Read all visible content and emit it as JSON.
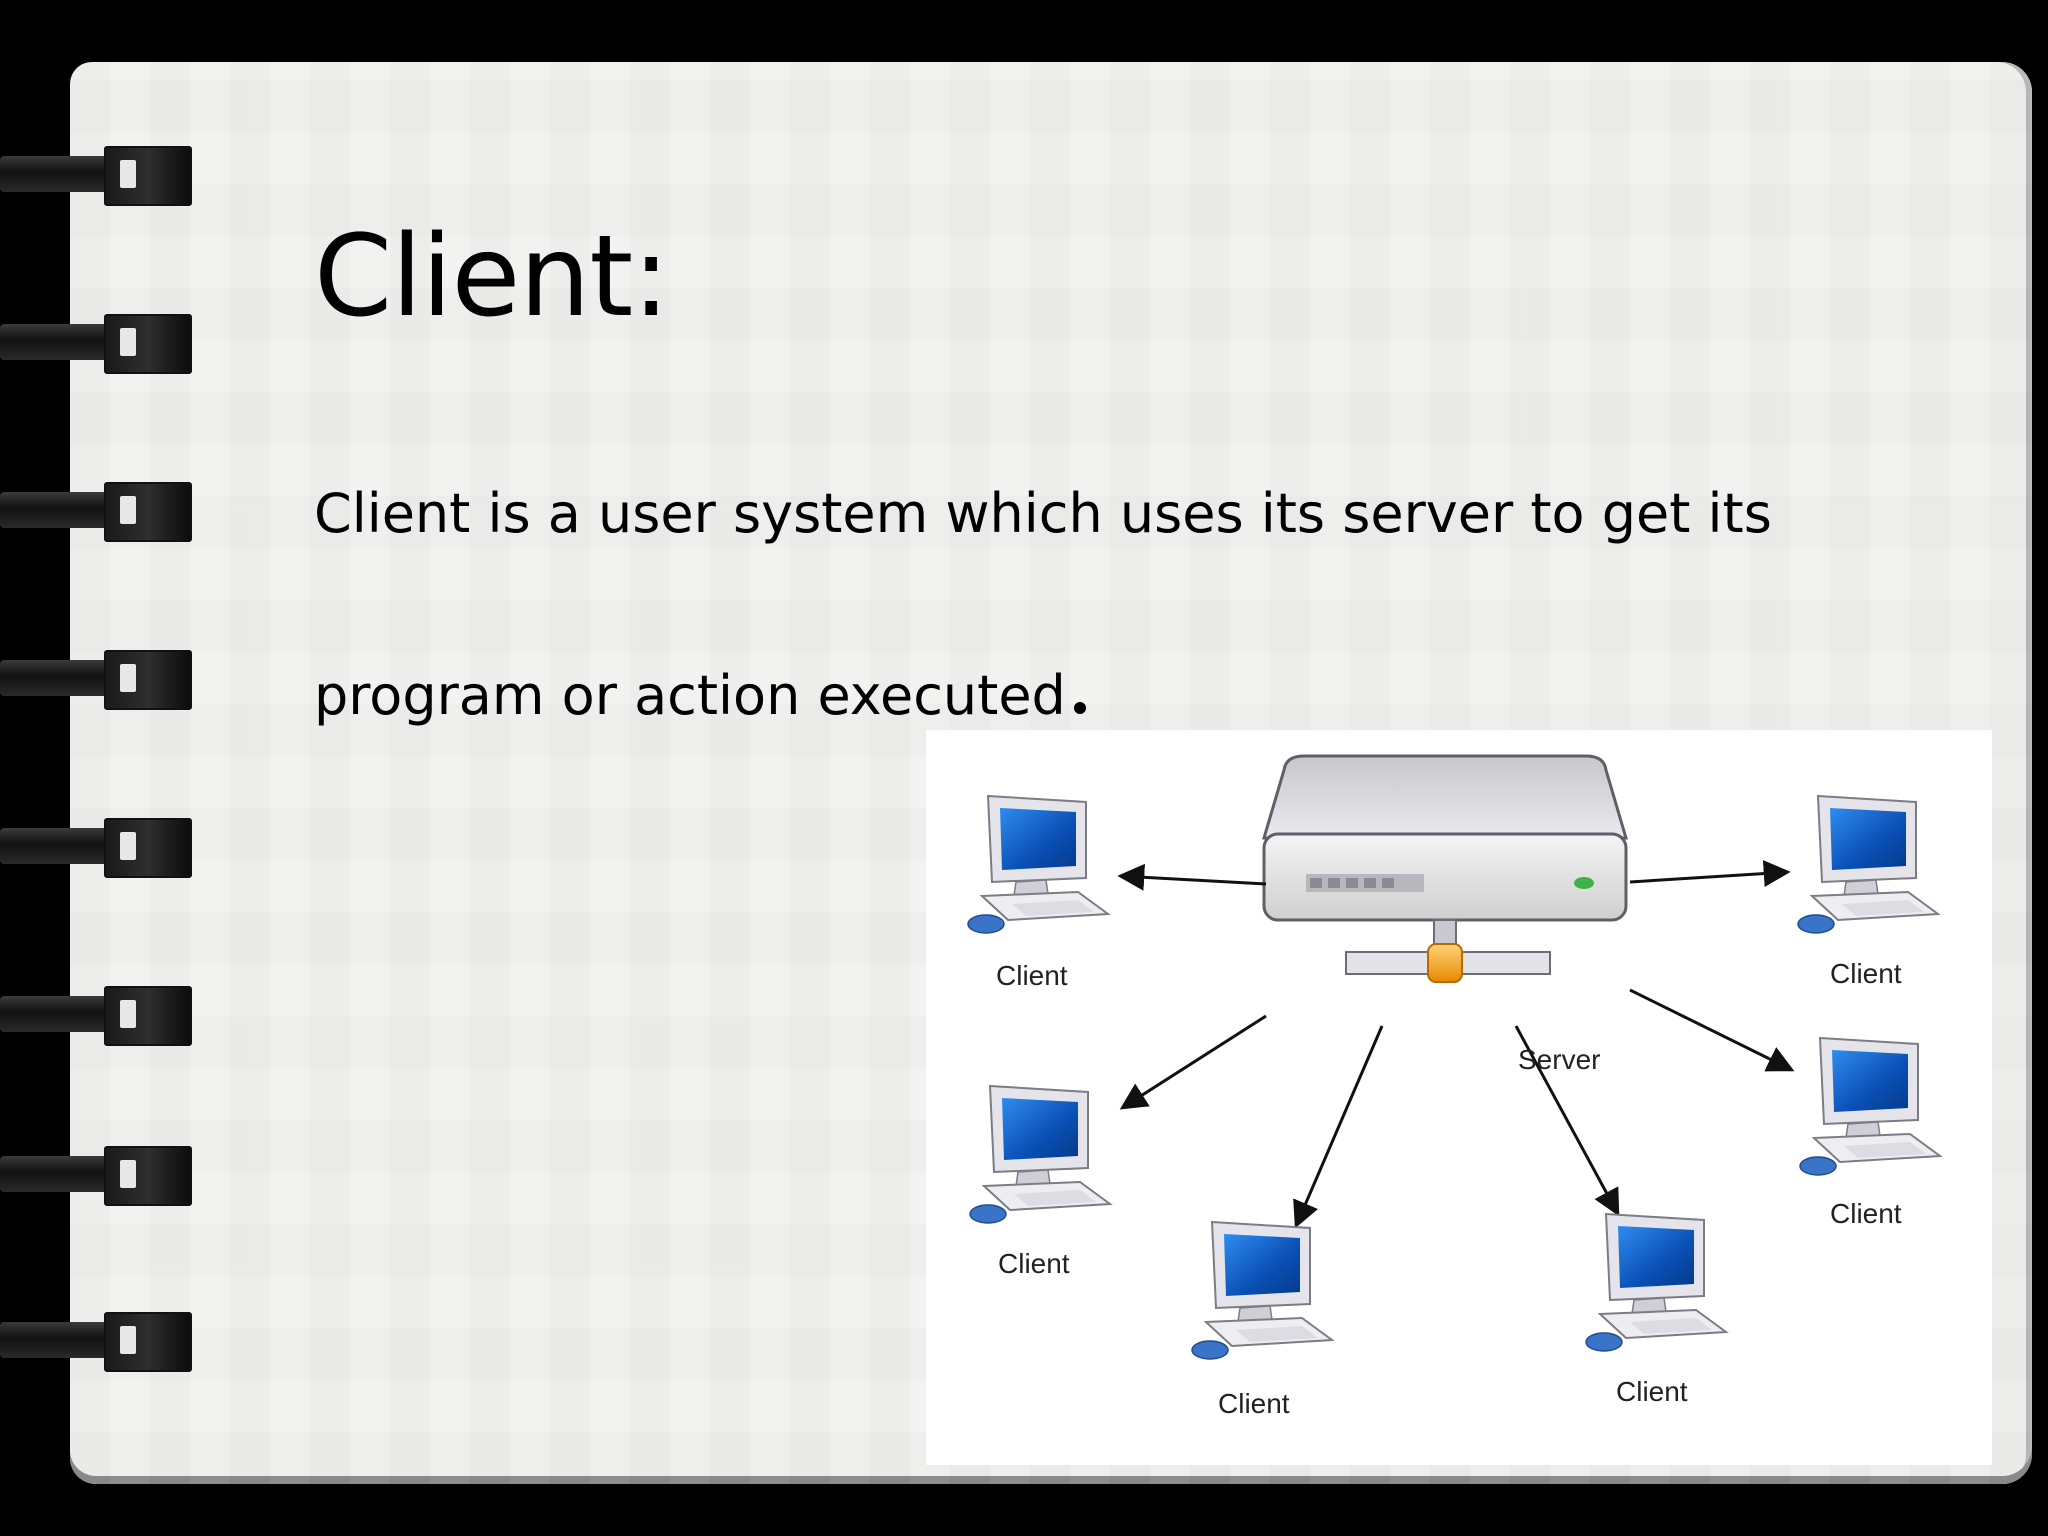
{
  "slide": {
    "title": "Client:",
    "line1": "Client is a user system which uses its server to get its",
    "line2": "program or action executed"
  },
  "diagram": {
    "server_label": "Server",
    "client_labels": [
      "Client",
      "Client",
      "Client",
      "Client",
      "Client",
      "Client"
    ]
  },
  "colors": {
    "background": "#000000",
    "page": "#f2f2f0",
    "screen_blue": "#1d6fd0",
    "server_connector": "#f5a623"
  }
}
